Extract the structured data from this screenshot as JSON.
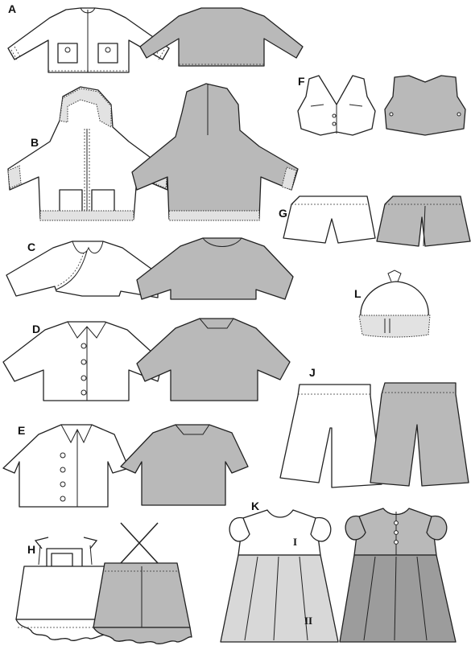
{
  "views": [
    {
      "id": "A",
      "label": "A",
      "description": "jacket with fringed trim and pockets"
    },
    {
      "id": "B",
      "label": "B",
      "description": "hooded jacket with zipper and fur trim"
    },
    {
      "id": "C",
      "label": "C",
      "description": "bolero with peter pan collar"
    },
    {
      "id": "D",
      "label": "D",
      "description": "long sleeve shirt jacket with collar"
    },
    {
      "id": "E",
      "label": "E",
      "description": "short sleeve shirt"
    },
    {
      "id": "F",
      "label": "F",
      "description": "vest"
    },
    {
      "id": "G",
      "label": "G",
      "description": "shorts"
    },
    {
      "id": "L",
      "label": "L",
      "description": "hat with fur brim"
    },
    {
      "id": "J",
      "label": "J",
      "description": "trousers"
    },
    {
      "id": "H",
      "label": "H",
      "description": "pinafore skirt with crossed straps"
    },
    {
      "id": "K",
      "label": "K",
      "description": "dress with puff sleeves"
    }
  ],
  "dress_parts": {
    "bodice": "I",
    "skirt": "II"
  },
  "colors": {
    "front": "#ffffff",
    "back": "#b9b9b9",
    "outline": "#222222",
    "dress_front_skirt": "#d8d8d8",
    "dress_back_skirt": "#9c9c9c"
  }
}
